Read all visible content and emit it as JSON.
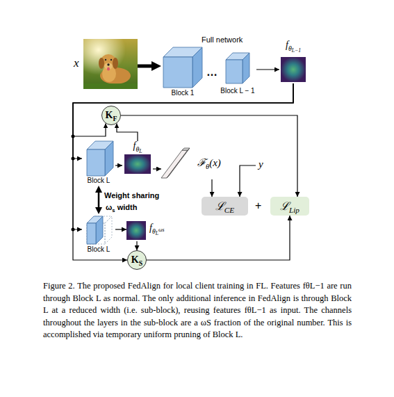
{
  "diagram": {
    "caption": "Figure 2. The proposed FedAlign for local client training in FL. Features fθL−1 are run through Block L as normal. The only additional inference in FedAlign is through Block L at a reduced width (i.e. sub-block), reusing features fθL−1 as input. The channels throughout the layers in the sub-block are a ωS fraction of the original number. This is accomplished via temporary uniform pruning of Block L.",
    "nodes": [
      {
        "text": [
          "x"
        ]
      },
      {
        "text": [
          "Block 1"
        ]
      },
      {
        "text": [
          "Block L − 1"
        ]
      },
      {
        "text": [
          "fθL−1"
        ]
      },
      {
        "text": [
          "KF"
        ]
      },
      {
        "text": [
          "Block L"
        ]
      },
      {
        "text": [
          "fθL"
        ]
      },
      {
        "text": [
          "ℱθ(x)"
        ]
      },
      {
        "text": [
          "ℒCE"
        ]
      },
      {
        "text": [
          "ℒLip"
        ]
      },
      {
        "text": [
          "Block L"
        ]
      },
      {
        "text": [
          "fθLωs"
        ]
      },
      {
        "text": [
          "KS"
        ]
      }
    ],
    "edges": [
      {
        "from": 0,
        "to": 1,
        "arrow": "to"
      },
      {
        "from": 2,
        "to": 3,
        "arrow": "to"
      },
      {
        "from": 3,
        "to": 4,
        "arrow": "to"
      },
      {
        "from": 3,
        "to": 5,
        "arrow": "to"
      },
      {
        "from": 3,
        "to": 10,
        "arrow": "to"
      },
      {
        "from": 3,
        "to": 12,
        "arrow": "to"
      },
      {
        "from": 5,
        "to": 6,
        "arrow": "to"
      },
      {
        "from": 6,
        "to": 7,
        "arrow": "to"
      },
      {
        "from": 6,
        "to": 4,
        "arrow": "to"
      },
      {
        "from": 7,
        "to": 8,
        "arrow": "to"
      },
      {
        "from": 10,
        "to": 11,
        "arrow": "to"
      },
      {
        "from": 11,
        "to": 12,
        "arrow": "to"
      },
      {
        "from": 12,
        "to": 9,
        "arrow": "to"
      },
      {
        "from": 4,
        "to": 9,
        "arrow": "to"
      },
      {
        "from": 5,
        "to": 10,
        "label": "Weight sharing",
        "arrow": "both"
      }
    ],
    "labels": [
      "Full network",
      "…",
      "y",
      "+",
      "ωs width"
    ]
  }
}
